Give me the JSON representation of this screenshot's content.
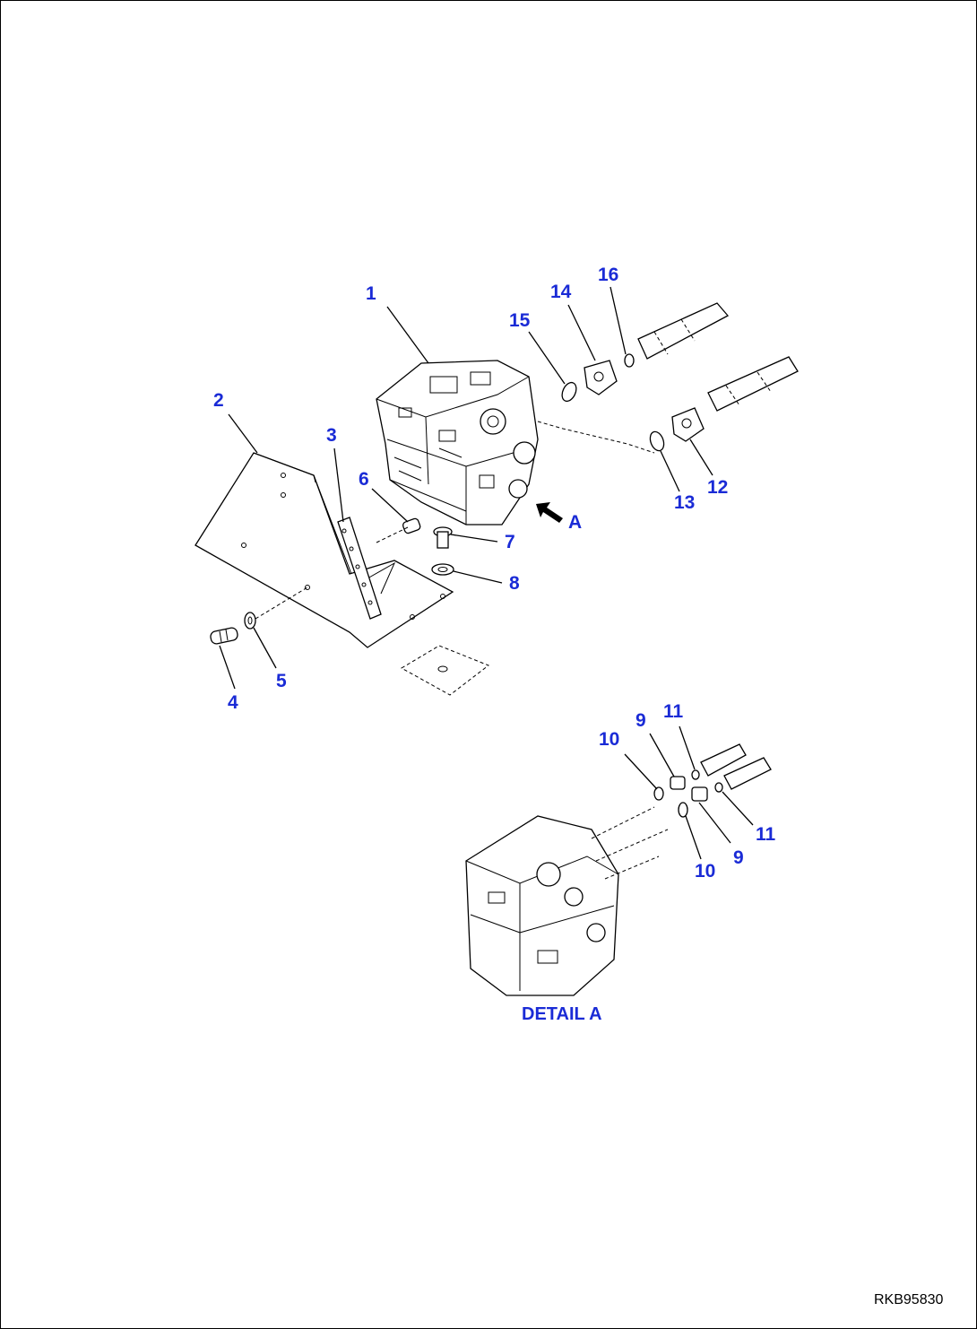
{
  "diagram": {
    "labels": [
      {
        "id": "1",
        "text": "1"
      },
      {
        "id": "2",
        "text": "2"
      },
      {
        "id": "3",
        "text": "3"
      },
      {
        "id": "4",
        "text": "4"
      },
      {
        "id": "5",
        "text": "5"
      },
      {
        "id": "6",
        "text": "6"
      },
      {
        "id": "7",
        "text": "7"
      },
      {
        "id": "8",
        "text": "8"
      },
      {
        "id": "12",
        "text": "12"
      },
      {
        "id": "13",
        "text": "13"
      },
      {
        "id": "14",
        "text": "14"
      },
      {
        "id": "15",
        "text": "15"
      },
      {
        "id": "16",
        "text": "16"
      },
      {
        "id": "A",
        "text": "A"
      }
    ],
    "detail_labels": [
      {
        "id": "9a",
        "text": "9"
      },
      {
        "id": "9b",
        "text": "9"
      },
      {
        "id": "10a",
        "text": "10"
      },
      {
        "id": "10b",
        "text": "10"
      },
      {
        "id": "11a",
        "text": "11"
      },
      {
        "id": "11b",
        "text": "11"
      }
    ],
    "detail_title": "DETAIL A",
    "drawing_code": "RKB95830",
    "label_color": "#1a2bd6"
  }
}
